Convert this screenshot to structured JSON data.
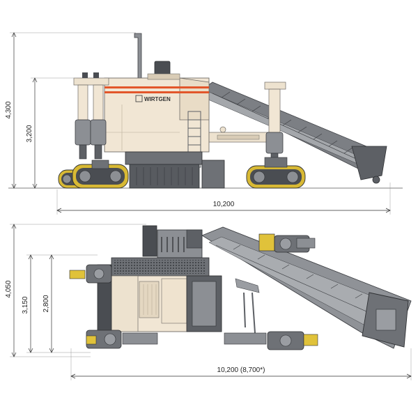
{
  "side_view": {
    "brand": "WIRTGEN",
    "dim_total_height": "4,300",
    "dim_body_height": "3,200",
    "dim_length": "10,200"
  },
  "top_view": {
    "dim_total_width": "4,050",
    "dim_width_a": "3,150",
    "dim_width_b": "2,800",
    "dim_length": "10,200 (8,700*)"
  },
  "colors": {
    "machine_body": "#f1e6d4",
    "stripe": "#e2562a",
    "steel": "#8c8f94",
    "dark_steel": "#4a4d52",
    "track_yellow": "#e0c23a"
  }
}
